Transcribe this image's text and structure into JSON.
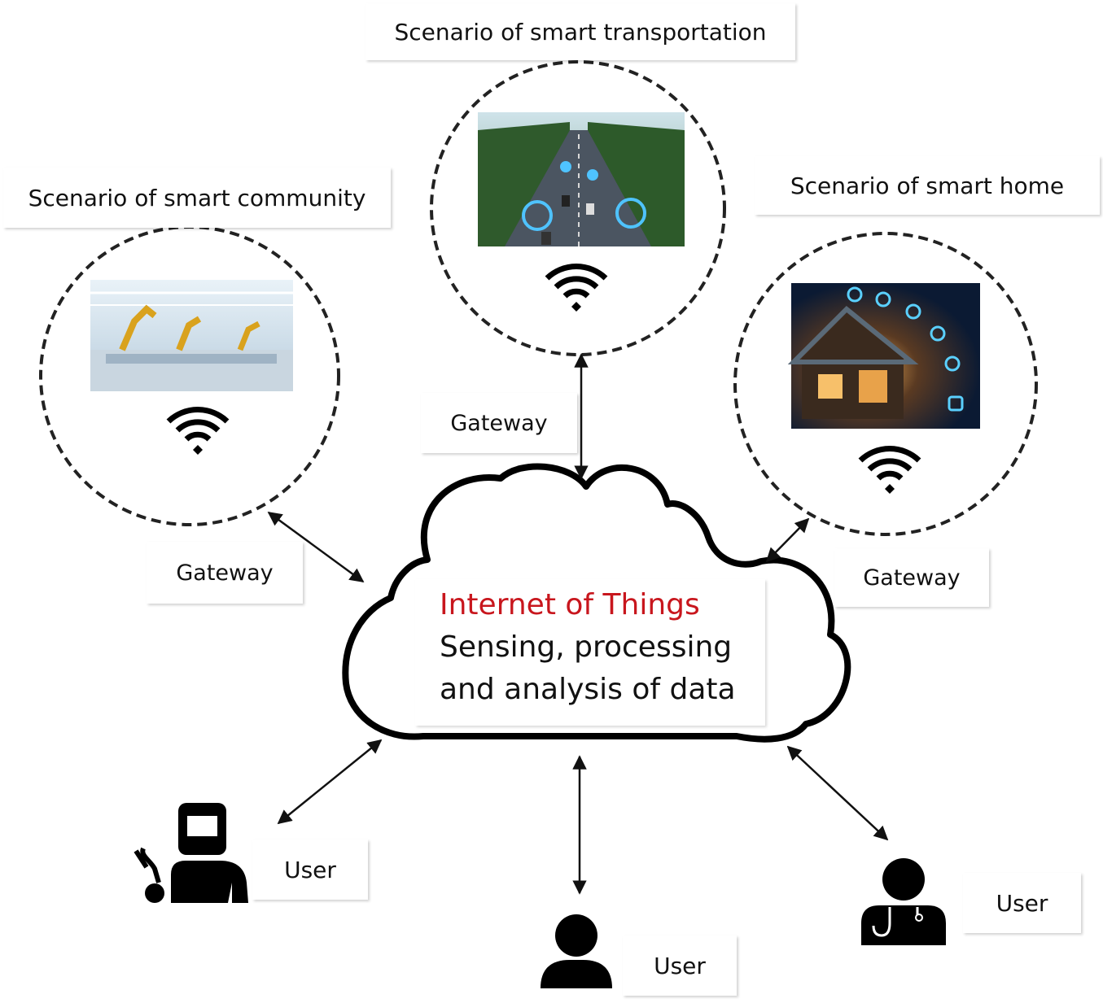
{
  "scenarios": {
    "transportation": "Scenario of smart transportation",
    "community": "Scenario of smart community",
    "home": "Scenario of smart home"
  },
  "gateways": {
    "left": "Gateway",
    "top": "Gateway",
    "right": "Gateway"
  },
  "cloud": {
    "title": "Internet of Things",
    "line1": "Sensing, processing",
    "line2": "and analysis of data"
  },
  "users": {
    "left": "User",
    "center": "User",
    "right": "User"
  },
  "colors": {
    "title_red": "#c8161d",
    "line": "#111111"
  },
  "icons": [
    "wifi-icon",
    "welder-user-icon",
    "person-user-icon",
    "doctor-user-icon"
  ]
}
